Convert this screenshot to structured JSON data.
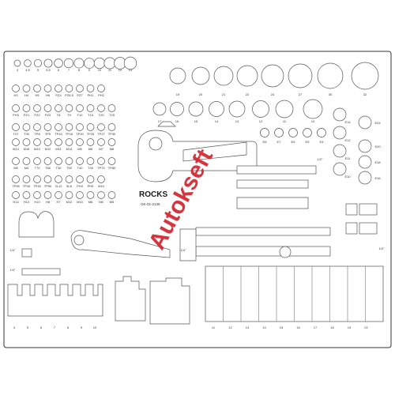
{
  "brand": {
    "name": "ROCKS",
    "part_number": "OK-01-2139"
  },
  "watermark": {
    "text": "Autokseft",
    "color": "#d0202a"
  },
  "rows": {
    "r1": [
      "4",
      "4.5",
      "5",
      "5.5",
      "6",
      "7",
      "8",
      "9",
      "10",
      "11",
      "12",
      "13"
    ],
    "r2": [
      "H3",
      "H4",
      "H5",
      "H6",
      "PZ4",
      "PZ6.5",
      "PZ7",
      "PH1",
      "PH2"
    ],
    "r3": [
      "PH3",
      "PZ1",
      "PZ2",
      "PZ3",
      "T8",
      "T9",
      "T10",
      "T15",
      "T20",
      "T25"
    ],
    "r4": [
      "T27",
      "T30",
      "TP8",
      "TP9",
      "TP10",
      "TP15",
      "TP20",
      "TP25",
      "TP27",
      "TP30"
    ],
    "r5": [
      "M14",
      "M16",
      "M10",
      "M12",
      "M11",
      "M13",
      "M5",
      "M6",
      "M7",
      "M8"
    ],
    "r6": [
      "M5",
      "M4",
      "T70",
      "T80",
      "T35",
      "T50",
      "T40",
      "T45",
      "TP70",
      "TP80"
    ],
    "r7": [
      "TP55",
      "TP40",
      "TP45",
      "TP50",
      "3L12",
      "5L8",
      "PH4",
      "PH5",
      "M10"
    ],
    "r8": [
      "H14",
      "H12",
      "H10",
      "H8",
      "H7",
      "M12",
      "M10",
      "M8",
      "M6",
      "M5"
    ]
  },
  "big_sockets_top": [
    "19",
    "20",
    "21",
    "22",
    "24",
    "27",
    "30",
    "32"
  ],
  "big_sockets_row2": [
    "17",
    "16",
    "15",
    "14",
    "13",
    "12",
    "11",
    "10"
  ],
  "right_col": [
    "E24",
    "E20",
    "E18",
    "E16"
  ],
  "right_col2": [
    "E14",
    "E12",
    "E11",
    "E10"
  ],
  "mid_small": [
    "E8",
    "E7",
    "E6",
    "E5",
    "E4"
  ],
  "drive_labels": {
    "half": "1/2\"",
    "quarter": "1/4\""
  },
  "bottom_left": [
    "4",
    "5",
    "6",
    "7",
    "8",
    "9",
    "10"
  ],
  "bottom_right": [
    "11",
    "12",
    "13",
    "14",
    "15",
    "16",
    "17",
    "18",
    "19",
    "22"
  ]
}
